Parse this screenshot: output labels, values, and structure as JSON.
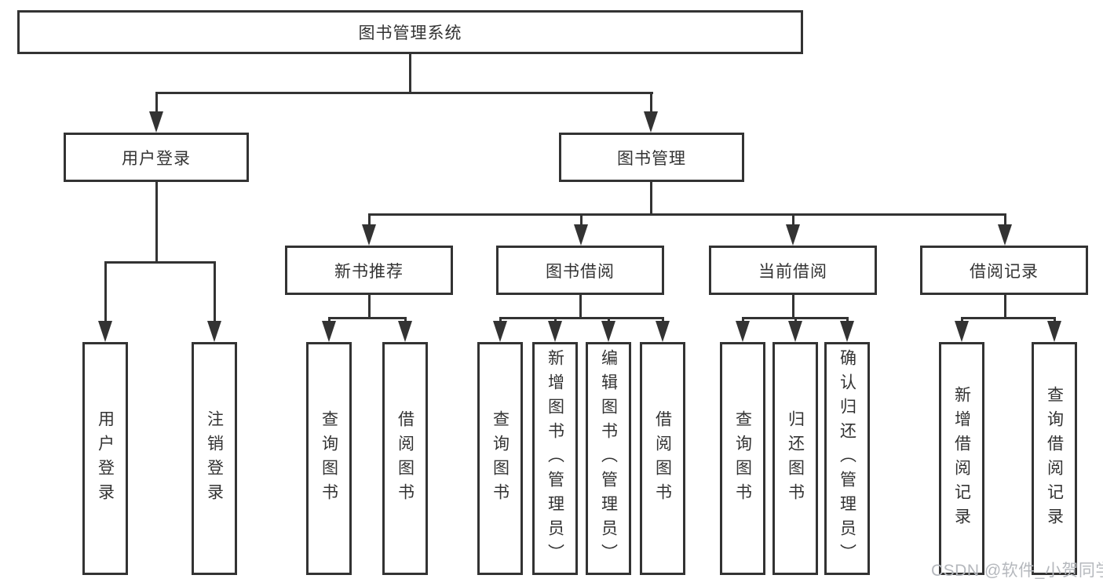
{
  "diagram": {
    "title": "图书管理系统",
    "colors": {
      "line": "#333333",
      "text": "#333333",
      "background": "#ffffff",
      "watermark": "#b5b8bd"
    },
    "nodes": {
      "root": {
        "label": "图书管理系统"
      },
      "level2": [
        {
          "label": "用户登录"
        },
        {
          "label": "图书管理"
        }
      ],
      "level3": [
        {
          "label": "新书推荐"
        },
        {
          "label": "图书借阅"
        },
        {
          "label": "当前借阅"
        },
        {
          "label": "借阅记录"
        }
      ],
      "leaves": [
        {
          "parent": "用户登录",
          "label": "用户登录"
        },
        {
          "parent": "用户登录",
          "label": "注销登录"
        },
        {
          "parent": "新书推荐",
          "label": "查询图书"
        },
        {
          "parent": "新书推荐",
          "label": "借阅图书"
        },
        {
          "parent": "图书借阅",
          "label": "查询图书"
        },
        {
          "parent": "图书借阅",
          "label": "新增图书（管理员）"
        },
        {
          "parent": "图书借阅",
          "label": "编辑图书（管理员）"
        },
        {
          "parent": "图书借阅",
          "label": "借阅图书"
        },
        {
          "parent": "当前借阅",
          "label": "查询图书"
        },
        {
          "parent": "当前借阅",
          "label": "归还图书"
        },
        {
          "parent": "当前借阅",
          "label": "确认归还（管理员）"
        },
        {
          "parent": "借阅记录",
          "label": "新增借阅记录"
        },
        {
          "parent": "借阅记录",
          "label": "查询借阅记录"
        }
      ]
    },
    "watermark": "CSDN @软件_小贺同学"
  }
}
